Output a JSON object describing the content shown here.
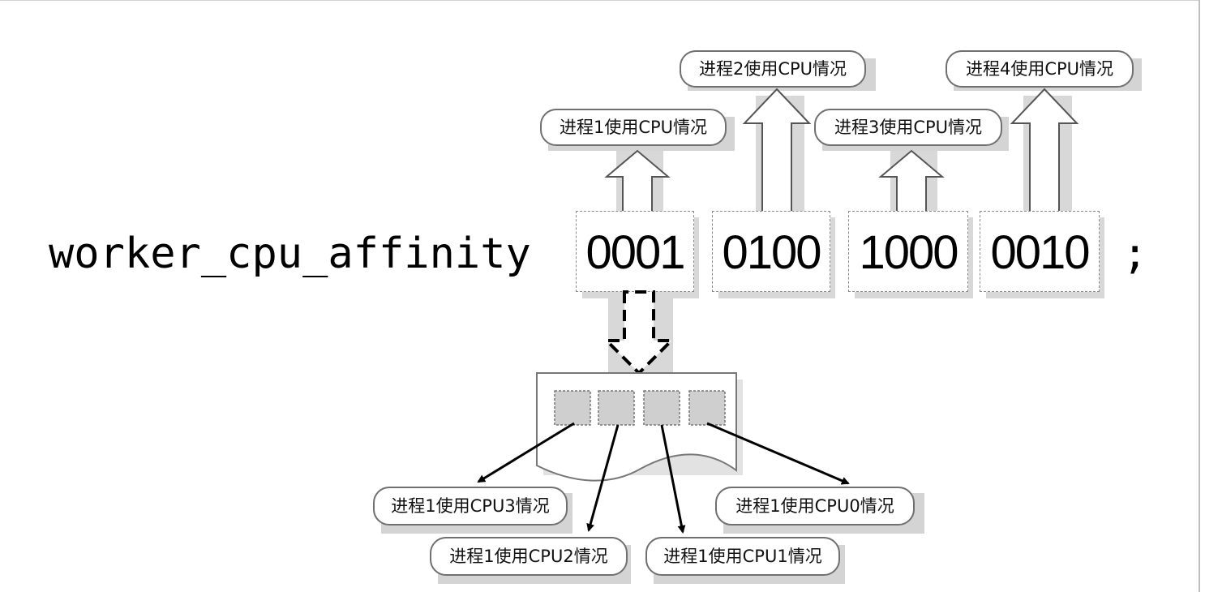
{
  "command": {
    "directive": "worker_cpu_affinity",
    "terminator": ";"
  },
  "masks": [
    "0001",
    "0100",
    "1000",
    "0010"
  ],
  "process_labels": [
    "进程1使用CPU情况",
    "进程2使用CPU情况",
    "进程3使用CPU情况",
    "进程4使用CPU情况"
  ],
  "cpu_labels": [
    "进程1使用CPU3情况",
    "进程1使用CPU2情况",
    "进程1使用CPU1情况",
    "进程1使用CPU0情况"
  ]
}
